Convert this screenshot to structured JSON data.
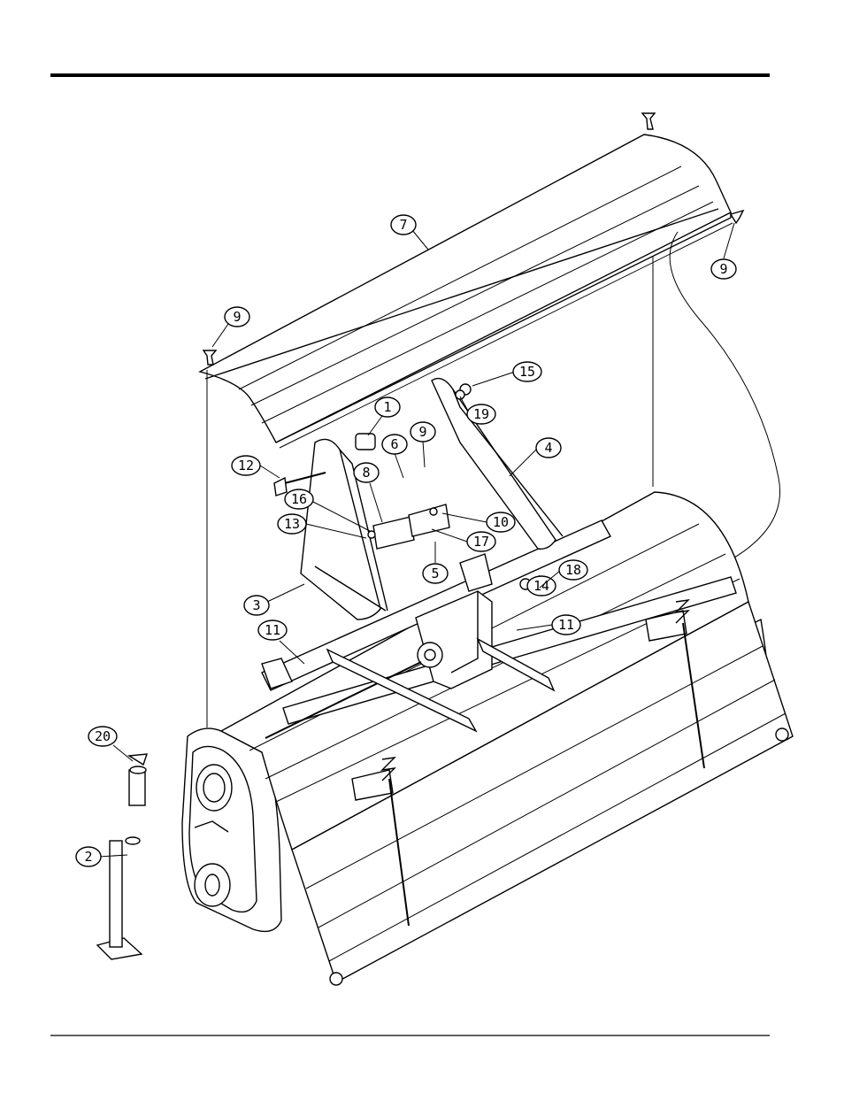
{
  "diagram": {
    "callouts": [
      {
        "id": "c7a",
        "label": "7"
      },
      {
        "id": "c9a",
        "label": "9"
      },
      {
        "id": "c9b",
        "label": "9"
      },
      {
        "id": "c15",
        "label": "15"
      },
      {
        "id": "c19",
        "label": "19"
      },
      {
        "id": "c1",
        "label": "1"
      },
      {
        "id": "c6",
        "label": "6"
      },
      {
        "id": "c9c",
        "label": "9"
      },
      {
        "id": "c4",
        "label": "4"
      },
      {
        "id": "c12",
        "label": "12"
      },
      {
        "id": "c8",
        "label": "8"
      },
      {
        "id": "c16",
        "label": "16"
      },
      {
        "id": "c13",
        "label": "13"
      },
      {
        "id": "c10",
        "label": "10"
      },
      {
        "id": "c17",
        "label": "17"
      },
      {
        "id": "c5",
        "label": "5"
      },
      {
        "id": "c14",
        "label": "14"
      },
      {
        "id": "c18",
        "label": "18"
      },
      {
        "id": "c3",
        "label": "3"
      },
      {
        "id": "c11a",
        "label": "11"
      },
      {
        "id": "c11b",
        "label": "11"
      },
      {
        "id": "c20",
        "label": "20"
      },
      {
        "id": "c2",
        "label": "2"
      }
    ]
  }
}
